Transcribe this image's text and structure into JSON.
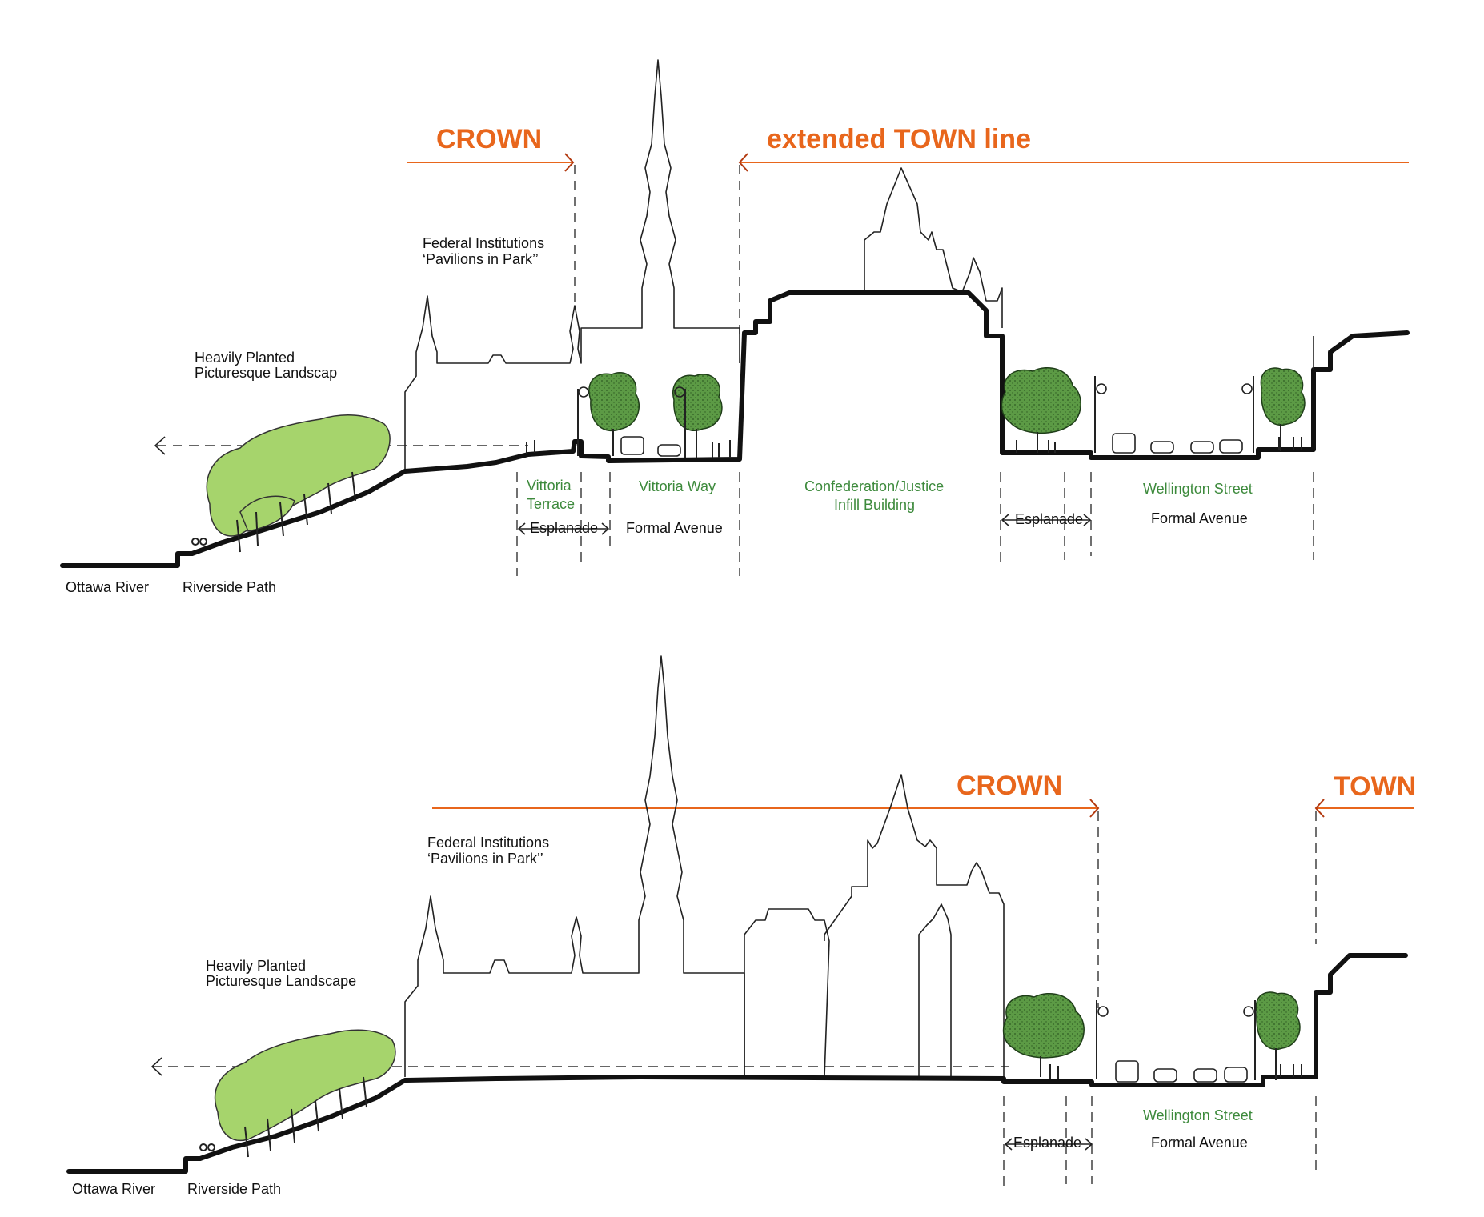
{
  "panels": [
    {
      "labels": {
        "crown": "CROWN",
        "town": "extended TOWN line",
        "federal": [
          "Federal Institutions",
          "‘Pavilions in Park’’"
        ],
        "landscape": [
          "Heavily Planted",
          "Picturesque Landscap"
        ],
        "river": "Ottawa River",
        "path": "Riverside Path",
        "terrace": [
          "Vittoria",
          "Terrace"
        ],
        "way": "Vittoria Way",
        "esplanade_left": "Esplanade",
        "formal_left": "Formal Avenue",
        "infill": [
          "Confederation/Justice",
          "Infill Building"
        ],
        "esplanade_right": "Esplanade",
        "street": "Wellington Street",
        "formal_right": "Formal Avenue"
      }
    },
    {
      "labels": {
        "crown": "CROWN",
        "town": "TOWN",
        "federal": [
          "Federal Institutions",
          "‘Pavilions in Park’’"
        ],
        "landscape": [
          "Heavily Planted",
          "Picturesque Landscape"
        ],
        "river": "Ottawa River",
        "path": "Riverside Path",
        "esplanade": "Esplanade",
        "street": "Wellington Street",
        "formal": "Formal Avenue"
      }
    }
  ],
  "colors": {
    "boundary": "#e8661c",
    "label_green": "#3d8a3c",
    "tree_light": "#a6d46c",
    "tree_dark": "#5c9a45",
    "ground": "#111111"
  }
}
